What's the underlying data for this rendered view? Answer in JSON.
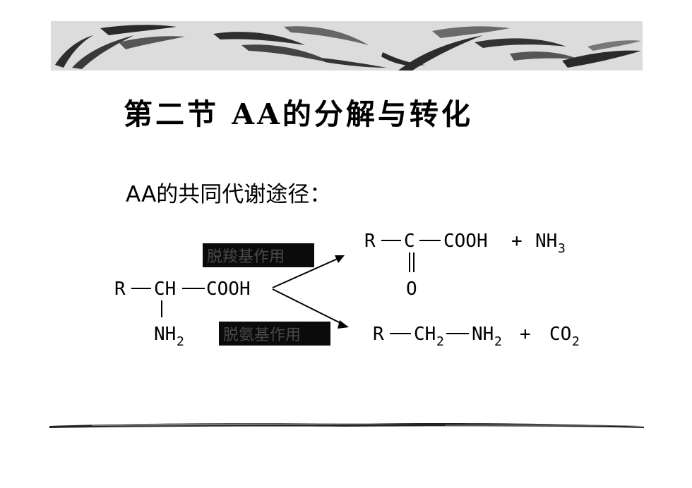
{
  "slide": {
    "title": "第二节 AA的分解与转化",
    "subtitle": "AA的共同代谢途径："
  },
  "reaction": {
    "substrate": {
      "r": "R",
      "ch": "CH",
      "cooh": "COOH",
      "nh": "NH",
      "nh_sub": "2"
    },
    "deamination": {
      "label": "脱羧基作用",
      "r": "R",
      "c": "C",
      "cooh": "COOH",
      "plus": "+",
      "nh": "NH",
      "nh_sub": "3",
      "o": "O"
    },
    "decarboxylation": {
      "label": "脱氨基作用",
      "r": "R",
      "ch": "CH",
      "ch_sub": "2",
      "nh": "NH",
      "nh_sub": "2",
      "plus": "+",
      "co": "CO",
      "co_sub": "2"
    }
  },
  "colors": {
    "text": "#000000",
    "label_box": "#0b0b0b",
    "label_text": "#4a4a4a",
    "banner_bg": "#dcdcdc",
    "banner_stroke": "#303030"
  },
  "icons": {
    "banner": "brush-stroke-banner",
    "footer": "brush-stroke-line"
  }
}
